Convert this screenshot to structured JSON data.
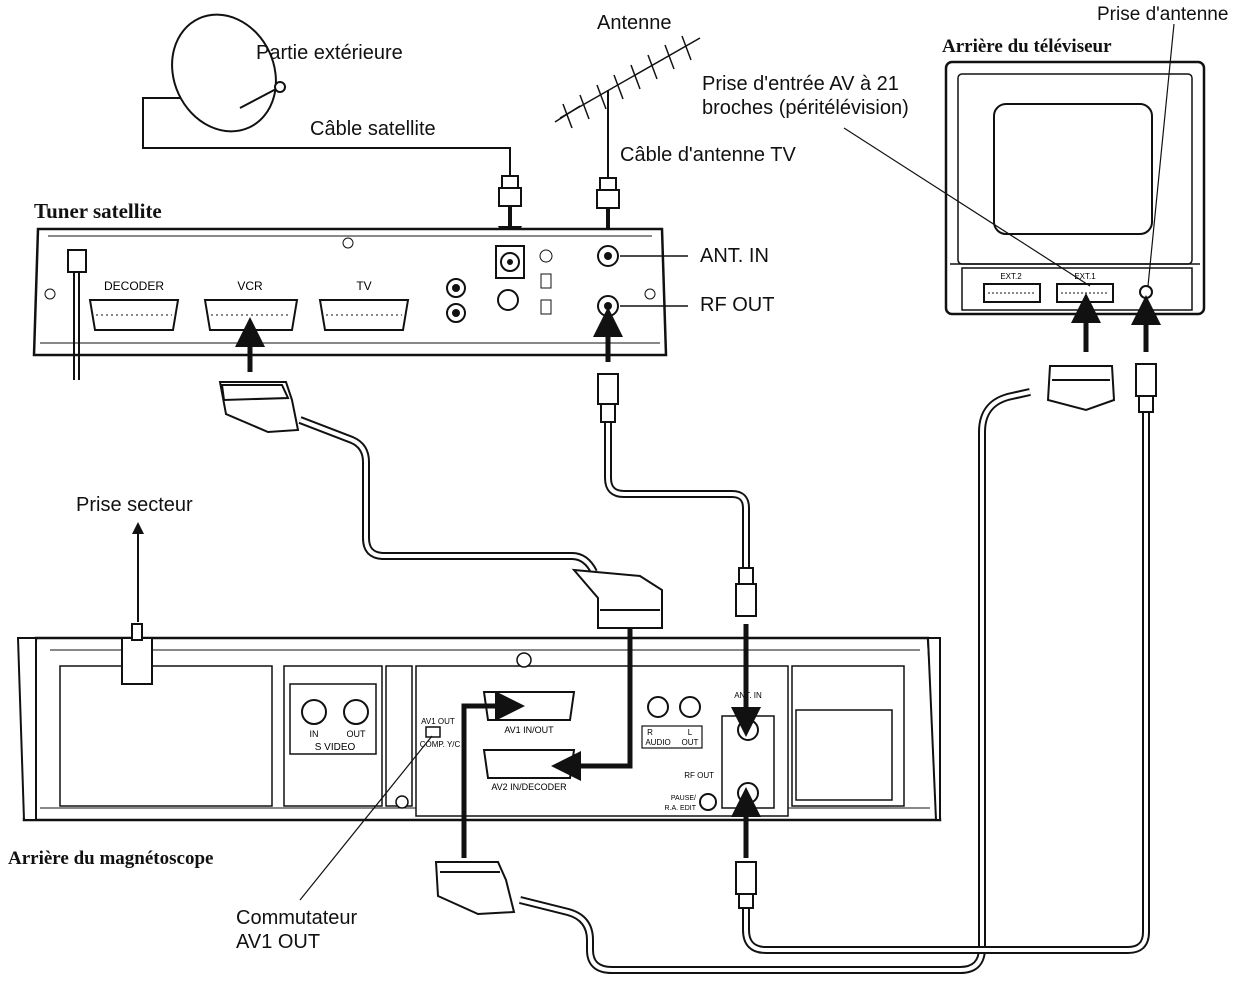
{
  "labels": {
    "dish": "Partie extérieure",
    "satellite_cable": "Câble satellite",
    "antenna": "Antenne",
    "antenna_cable": "Câble d'antenne TV",
    "tuner_title": "Tuner satellite",
    "ant_in": "ANT. IN",
    "rf_out": "RF OUT",
    "tv_title": "Arrière du téléviseur",
    "tv_antenna_jack": "Prise d'antenne",
    "av_jack": "Prise d'entrée AV à 21\nbroches (péritélévision)",
    "mains": "Prise secteur",
    "vcr_title": "Arrière du magnétoscope",
    "switch": "Commutateur\nAV1 OUT"
  },
  "tuner_panel": {
    "decoder": "DECODER",
    "vcr": "VCR",
    "tv": "TV"
  },
  "tv_panel": {
    "ext2": "EXT.2",
    "ext1": "EXT.1"
  },
  "vcr_panel": {
    "s_video_in": "IN",
    "s_video_out": "OUT",
    "s_video": "S VIDEO",
    "av1_out": "AV1 OUT",
    "comp_yc": "COMP. Y/C",
    "av1": "AV1 IN/OUT",
    "av2": "AV2 IN/DECODER",
    "audio_r": "R",
    "audio_l": "L",
    "audio": "AUDIO",
    "out": "OUT",
    "ant_in": "ANT. IN",
    "rf_out": "RF OUT",
    "pause": "PAUSE/",
    "ra_edit": "R.A. EDIT"
  }
}
